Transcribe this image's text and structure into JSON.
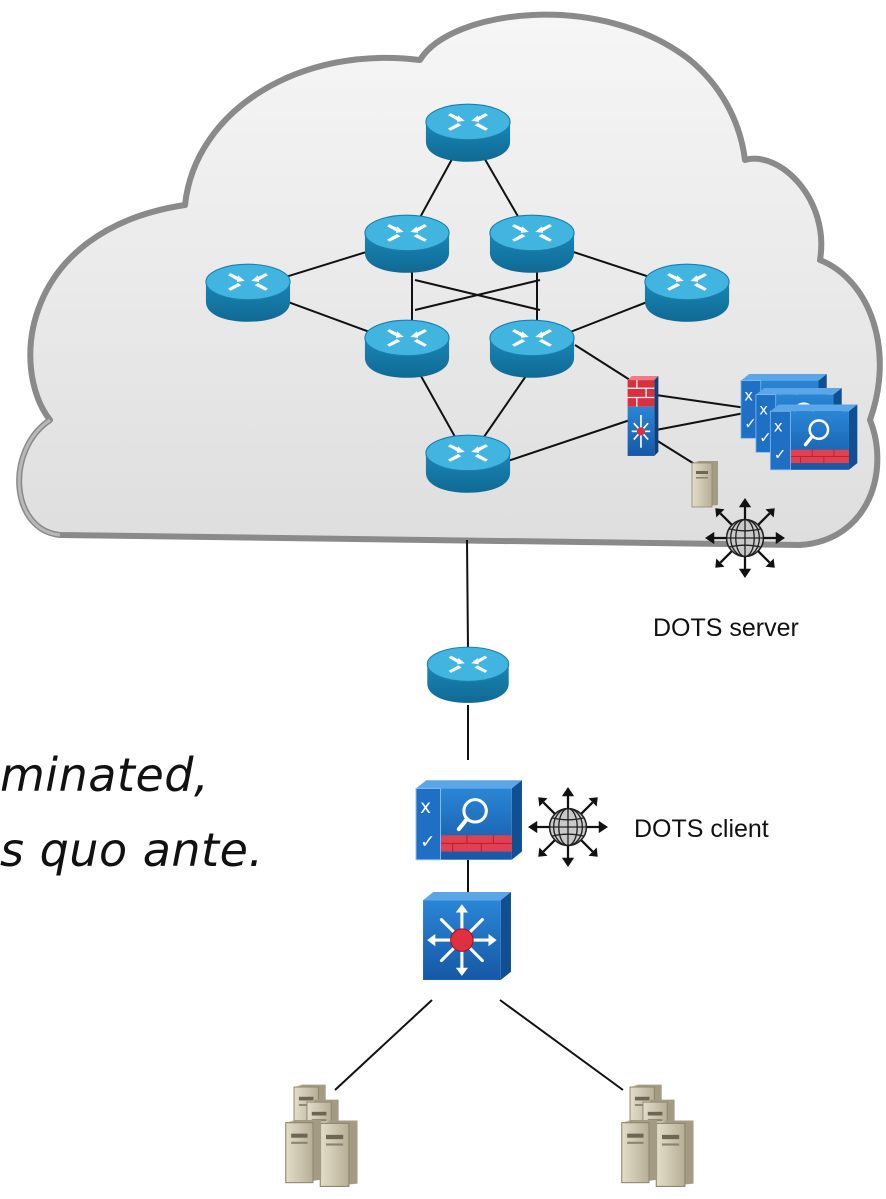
{
  "labels": {
    "dots_server": "DOTS server",
    "dots_client": "DOTS client"
  },
  "slide_text": {
    "line1": "minated,",
    "line2": "s quo ante."
  },
  "colors": {
    "router": "#1b8fc0",
    "router_top": "#3fb6e2",
    "device_blue": "#1f6fc4",
    "firewall_red": "#e03b4b",
    "server_beige": "#cfc8b2",
    "cloud_fill": "#ececec"
  },
  "icons": {
    "router": "router-icon",
    "multilayer_switch": "multilayer-switch-icon",
    "ips": "ips-icon",
    "server": "server-icon",
    "dots_agent": "dots-agent-globe-icon"
  }
}
